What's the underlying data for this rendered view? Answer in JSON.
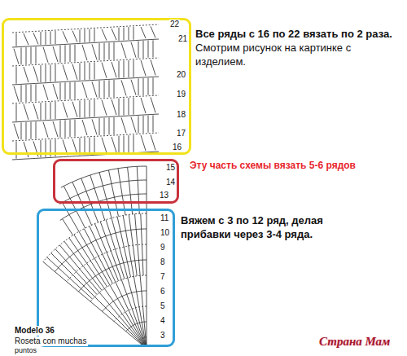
{
  "diagram": {
    "nodes": [
      {
        "text": [
          "22",
          "21",
          "20",
          "19",
          "18",
          "17",
          "16"
        ]
      },
      {
        "text": [
          "15",
          "14",
          "13"
        ]
      },
      {
        "text": [
          "11",
          "10",
          "9",
          "8",
          "7",
          "6",
          "5",
          "4",
          "3"
        ]
      }
    ],
    "labels": [
      "Все ряды с 16 по 22 вязать по 2 раза.",
      "Смотрим рисунок на картинке с изделием.",
      "Эту часть схемы вязать 5-6 рядов",
      "Вяжем с 3 по 12 ряд, делая прибавки через 3-4 ряда.",
      "Modelo 36",
      "Roseta con muchas",
      "puntos",
      "Страна Мам"
    ]
  }
}
